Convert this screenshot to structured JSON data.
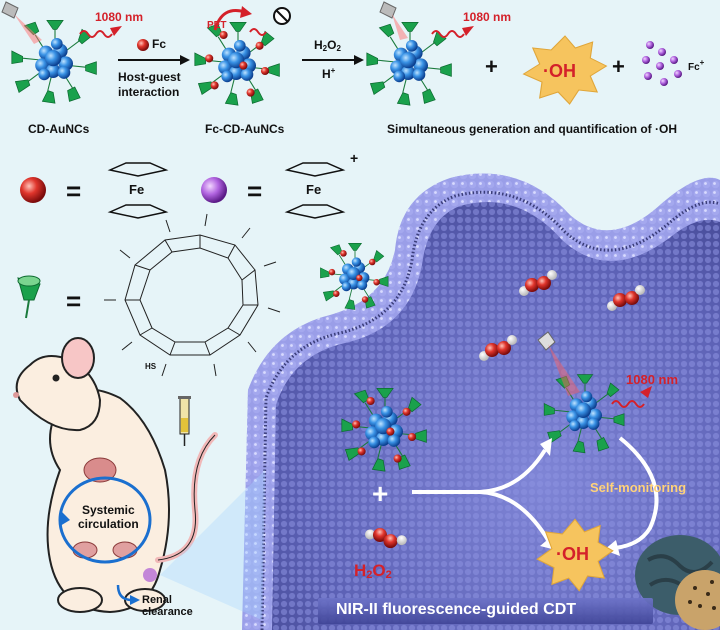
{
  "top": {
    "wavelength_left": "1080 nm",
    "wavelength_right": "1080 nm",
    "fc_reagent": "Fc",
    "host_guest_line1": "Host-guest",
    "host_guest_line2": "interaction",
    "pet_label": "PET",
    "h2o2_label": "H",
    "h2o2_sub": "2",
    "h2o2_o": "O",
    "h2o2_sub2": "2",
    "hplus": "H",
    "hplus_sup": "+",
    "oh_label": "·OH",
    "plus1": "+",
    "plus2": "+",
    "fcplus": "Fc",
    "fcplus_sup": "+"
  },
  "captions": {
    "cd_aunc": "CD-AuNCs",
    "fc_cd_aunc": "Fc-CD-AuNCs",
    "simultaneous": "Simultaneous generation and quantification of ·OH"
  },
  "legend": {
    "equals": "=",
    "fe": "Fe",
    "fe_plus": "+",
    "hs": "HS"
  },
  "mouse": {
    "systemic_line1": "Systemic",
    "systemic_line2": "circulation",
    "renal_line1": "Renal",
    "renal_line2": "clearance"
  },
  "cell": {
    "wavelength": "1080 nm",
    "self_monitoring": "Self-monitoring",
    "oh_label": "·OH",
    "plus": "+",
    "h2o2": "H",
    "h2o2_sub": "2",
    "h2o2_o": "O",
    "h2o2_sub2": "2",
    "banner": "NIR-II fluorescence-guided CDT"
  },
  "colors": {
    "gold_blue": "#2a7fd4",
    "ferrocene_red": "#d42a2a",
    "ferrocenium_purple": "#a64fd0",
    "cyclodextrin_green": "#1f9e4a",
    "membrane": "#8d8fe0",
    "oh_burst": "#f3c15a"
  }
}
